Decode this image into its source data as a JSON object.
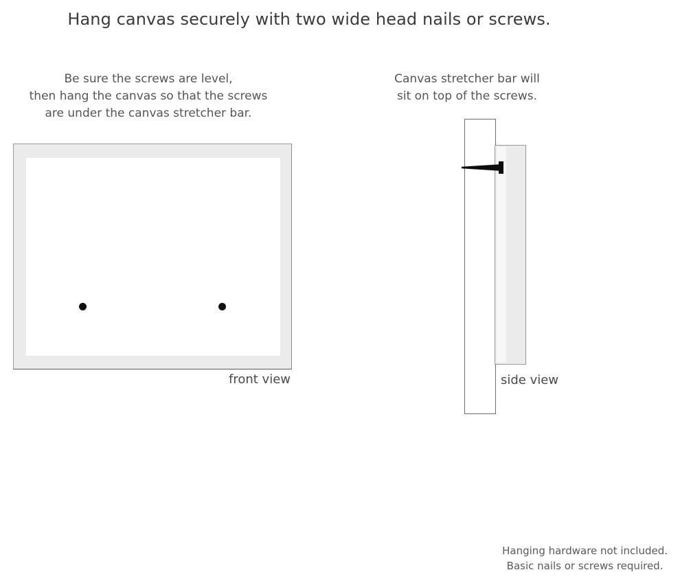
{
  "title": "Hang canvas securely with two wide head nails or screws.",
  "instructions": {
    "left": {
      "lines": [
        "Be sure the screws are level,",
        "then hang the canvas so that the screws",
        "are under the canvas stretcher bar."
      ]
    },
    "right": {
      "lines": [
        "Canvas stretcher bar will",
        "sit on top of the screws."
      ]
    }
  },
  "front_view": {
    "caption": "front view",
    "frame_color": "#ebebeb",
    "inner_color": "#ffffff",
    "border_color": "#9a9a9a",
    "screws": [
      {
        "name": "left-screw",
        "color": "#111111"
      },
      {
        "name": "right-screw",
        "color": "#111111"
      }
    ]
  },
  "side_view": {
    "caption": "side view",
    "wall_color": "#ffffff",
    "stretcher_bar_color": "#ebebeb",
    "nail_color": "#0d0d0d"
  },
  "footer": {
    "lines": [
      "Hanging hardware not included.",
      "Basic nails or screws required."
    ]
  }
}
